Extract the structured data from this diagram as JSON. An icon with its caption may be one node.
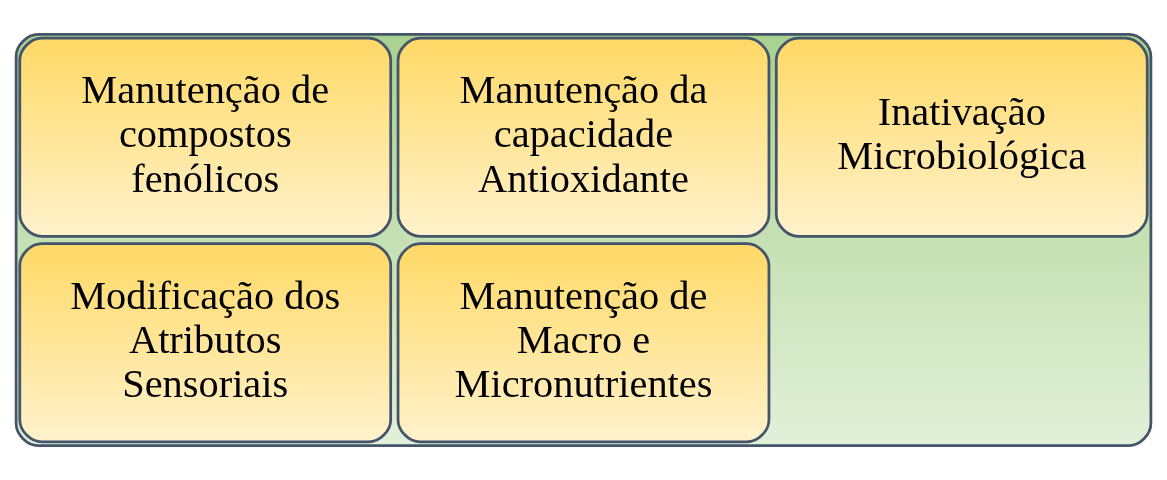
{
  "diagram": {
    "nodes": [
      {
        "text": [],
        "shape": "box"
      },
      {
        "text": [
          "Manutenção de compostos fenólicos"
        ],
        "in": 0
      },
      {
        "text": [
          "Manutenção da capacidade Antioxidante"
        ],
        "in": 0
      },
      {
        "text": [
          "Inativação Microbiológica"
        ],
        "in": 0
      },
      {
        "text": [
          "Modificação dos Atributos Sensoriais"
        ],
        "in": 0
      },
      {
        "text": [
          "Manutenção de Macro e Micronutrientes"
        ],
        "in": 0
      }
    ]
  }
}
